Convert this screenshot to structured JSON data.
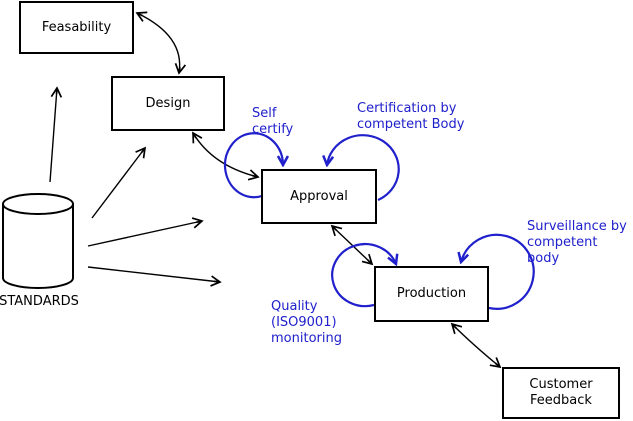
{
  "diagram": {
    "nodes": {
      "feasability": {
        "label": "Feasability",
        "shape": "rect"
      },
      "design": {
        "label": "Design",
        "shape": "rect"
      },
      "approval": {
        "label": "Approval",
        "shape": "rect"
      },
      "production": {
        "label": "Production",
        "shape": "rect"
      },
      "customer_feedback": {
        "label": "Customer\nFeedback",
        "shape": "rect"
      },
      "standards": {
        "label": "STANDARDS",
        "shape": "cylinder"
      }
    },
    "annotations": {
      "self_certify": {
        "text": "Self\ncertify"
      },
      "certification": {
        "text": "Certification by\ncompetent Body"
      },
      "surveillance": {
        "text": "Surveillance by\ncompetent body"
      },
      "quality": {
        "text": "Quality\n(ISO9001)\nmonitoring"
      }
    },
    "edges": [
      {
        "from": "feasability",
        "to": "design",
        "style": "double-arrow",
        "color": "black"
      },
      {
        "from": "design",
        "to": "approval",
        "style": "double-arrow",
        "color": "black"
      },
      {
        "from": "approval",
        "to": "production",
        "style": "double-arrow",
        "color": "black"
      },
      {
        "from": "production",
        "to": "customer_feedback",
        "style": "double-arrow",
        "color": "black"
      },
      {
        "from": "standards",
        "to": "feasability",
        "style": "arrow",
        "color": "black"
      },
      {
        "from": "standards",
        "to": "design",
        "style": "arrow",
        "color": "black"
      },
      {
        "from": "standards",
        "to": "approval",
        "style": "arrow",
        "color": "black"
      },
      {
        "from": "standards",
        "to": "production",
        "style": "arrow",
        "color": "black"
      },
      {
        "node": "approval",
        "loop": "self_certify",
        "style": "self-loop",
        "color": "blue"
      },
      {
        "node": "approval",
        "loop": "certification",
        "style": "self-loop",
        "color": "blue"
      },
      {
        "node": "production",
        "loop": "quality",
        "style": "self-loop",
        "color": "blue"
      },
      {
        "node": "production",
        "loop": "surveillance",
        "style": "self-loop",
        "color": "blue"
      }
    ]
  },
  "colors": {
    "annotation_blue": "#2020cc",
    "line_black": "#000000",
    "background": "#ffffff"
  }
}
